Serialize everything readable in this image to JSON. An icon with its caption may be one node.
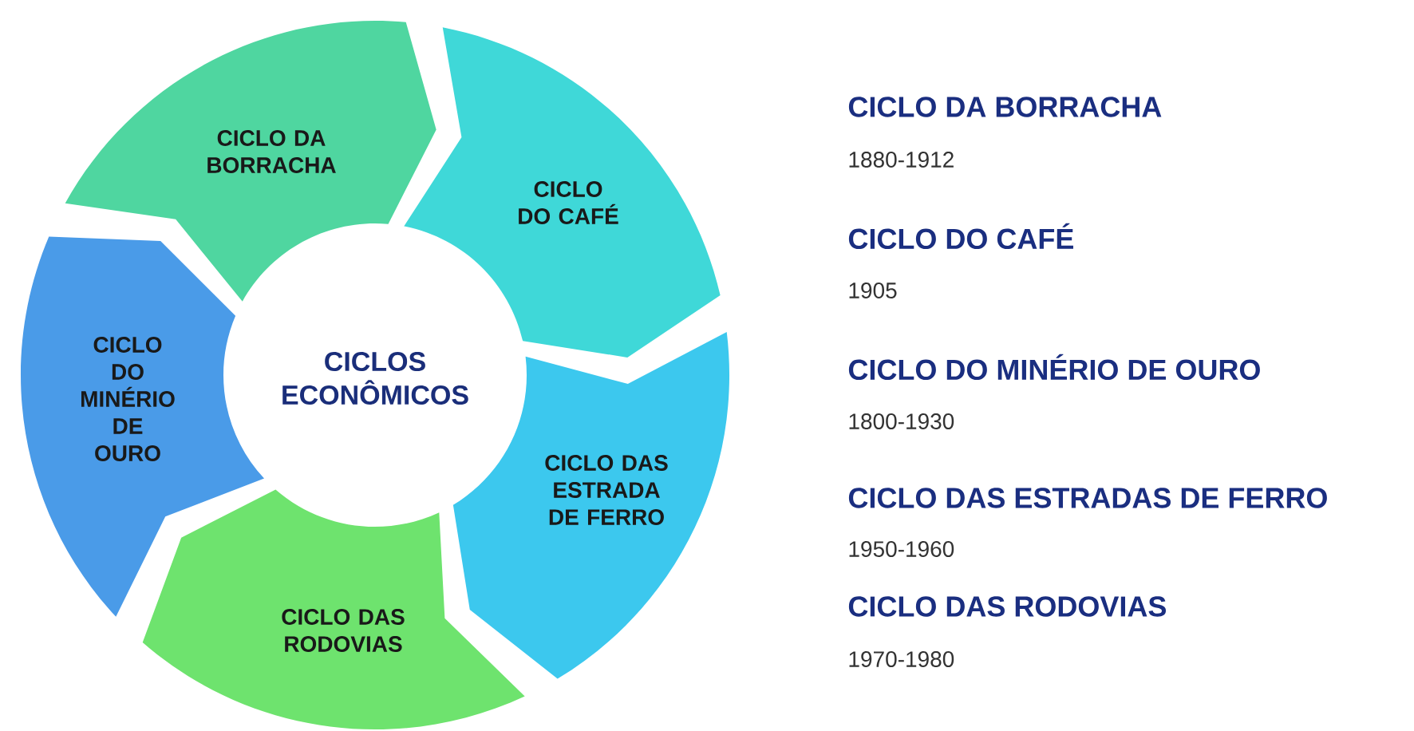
{
  "diagram": {
    "nodes": [
      {
        "text": [
          "CICLO DA BORRACHA"
        ]
      },
      {
        "text": [
          "CICLO DO CAFÉ"
        ]
      },
      {
        "text": [
          "CICLO DAS ESTRADA DE FERRO"
        ]
      },
      {
        "text": [
          "CICLO DAS RODOVIAS"
        ]
      },
      {
        "text": [
          "CICLO DO MINÉRIO DE OURO"
        ]
      },
      {
        "text": [
          "CICLOS ECONÔMICOS"
        ]
      }
    ],
    "labels": [
      "CICLO DA BORRACHA",
      "1880-1912",
      "CICLO DO CAFÉ",
      "1905",
      "CICLO DO MINÉRIO DE OURO",
      "1800-1930",
      "CICLO DAS ESTRADAS DE FERRO",
      "1950-1960",
      "CICLO DAS RODOVIAS",
      "1970-1980"
    ]
  }
}
